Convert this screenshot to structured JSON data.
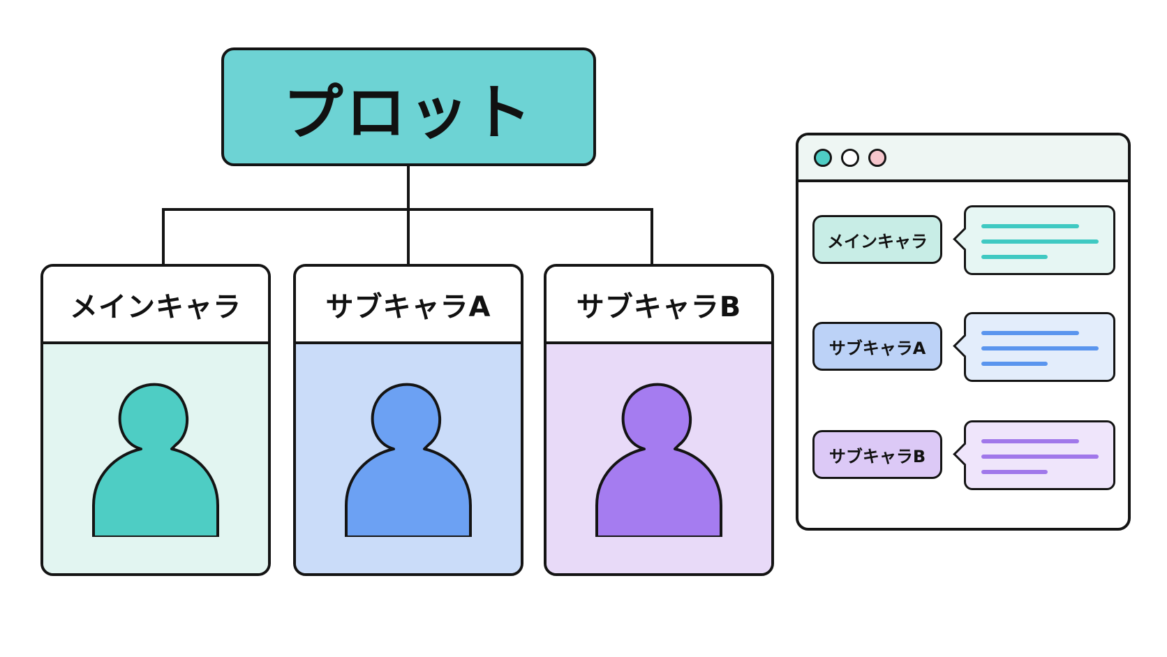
{
  "plot": {
    "title": "プロット",
    "color": "#6dd3d4"
  },
  "characters": [
    {
      "label": "メインキャラ",
      "header_color": "#ffffff",
      "body_color": "#e2f5f1",
      "figure_color": "#4ecdc4",
      "icon": "person-icon"
    },
    {
      "label": "サブキャラA",
      "header_color": "#ffffff",
      "body_color": "#cadcf9",
      "figure_color": "#6ca1f3",
      "icon": "person-icon"
    },
    {
      "label": "サブキャラB",
      "header_color": "#ffffff",
      "body_color": "#e8daf8",
      "figure_color": "#a57cf0",
      "icon": "person-icon"
    }
  ],
  "app_window": {
    "window_dots": [
      "#4ecdc4",
      "#ffffff",
      "#f6c6cc"
    ],
    "rows": [
      {
        "chip_label": "メインキャラ",
        "chip_color": "#c8ede6",
        "line_color": "#3fc9c2"
      },
      {
        "chip_label": "サブキャラA",
        "chip_color": "#bcd2f7",
        "line_color": "#5a95ee"
      },
      {
        "chip_label": "サブキャラB",
        "chip_color": "#dcc9f6",
        "line_color": "#a077ea"
      }
    ]
  }
}
